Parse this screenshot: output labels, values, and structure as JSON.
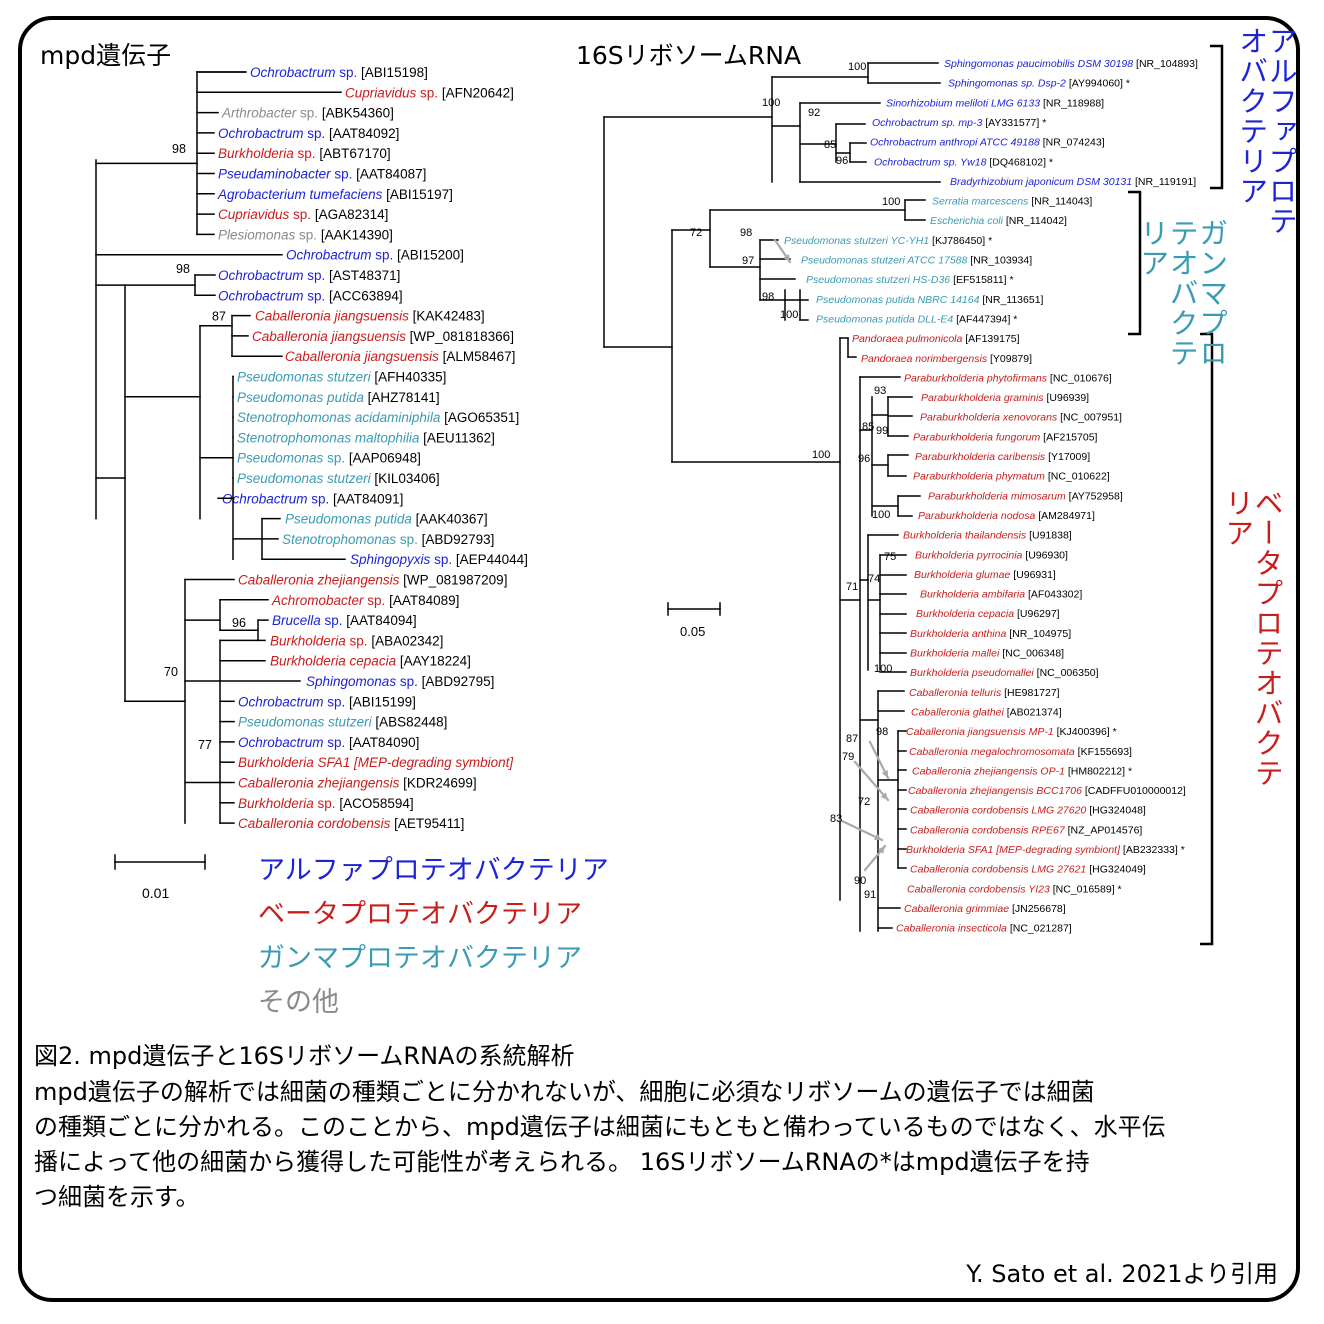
{
  "colors": {
    "alpha": "#1d23d6",
    "beta": "#c81e1e",
    "gamma": "#3a9bb4",
    "other": "#8a8a8a",
    "black": "#000000",
    "arrow": "#a9a9a9"
  },
  "titles": {
    "left": "mpd遺伝子",
    "right": "16SリボソームRNA"
  },
  "legend": [
    {
      "label": "アルファプロテオバクテリア",
      "group": "alpha"
    },
    {
      "label": "ベータプロテオバクテリア",
      "group": "beta"
    },
    {
      "label": "ガンマプロテオバクテリア",
      "group": "gamma"
    },
    {
      "label": "その他",
      "group": "other"
    }
  ],
  "scalebars": {
    "left": "0.01",
    "right": "0.05"
  },
  "group_labels": {
    "alpha": "アルファプロテオバクテリア",
    "gamma": "ガンマプロテオバクテリア",
    "beta": "ベータプロテオバクテリア"
  },
  "caption": {
    "heading": "図2. mpd遺伝子と16SリボソームRNAの系統解析",
    "lines": [
      "mpd遺伝子の解析では細菌の種類ごとに分かれないが、細胞に必須なリボソームの遺伝子では細菌",
      "の種類ごとに分かれる。このことから、mpd遺伝子は細菌にもともと備わっているものではなく、水平伝",
      "播によって他の細菌から獲得した可能性が考えられる。 16SリボソームRNAの*はmpd遺伝子を持",
      "つ細菌を示す。"
    ],
    "citation": "Y. Sato et al. 2021より引用"
  },
  "left_tree": {
    "leaves": [
      {
        "name": "Ochrobactrum",
        "suffix": " sp.",
        "acc": "[ABI15198]",
        "g": "alpha"
      },
      {
        "name": "Cupriavidus",
        "suffix": " sp.",
        "acc": "[AFN20642]",
        "g": "beta"
      },
      {
        "name": "Arthrobacter",
        "suffix": " sp.",
        "acc": "[ABK54360]",
        "g": "other"
      },
      {
        "name": "Ochrobactrum",
        "suffix": " sp.",
        "acc": "[AAT84092]",
        "g": "alpha"
      },
      {
        "name": "Burkholderia",
        "suffix": " sp.",
        "acc": "[ABT67170]",
        "g": "beta"
      },
      {
        "name": "Pseudaminobacter",
        "suffix": " sp.",
        "acc": "[AAT84087]",
        "g": "alpha"
      },
      {
        "name": "Agrobacterium tumefaciens",
        "suffix": "",
        "acc": "[ABI15197]",
        "g": "alpha"
      },
      {
        "name": "Cupriavidus",
        "suffix": " sp.",
        "acc": "[AGA82314]",
        "g": "beta"
      },
      {
        "name": "Plesiomonas",
        "suffix": " sp.",
        "acc": "[AAK14390]",
        "g": "other"
      },
      {
        "name": "Ochrobactrum",
        "suffix": " sp.",
        "acc": "[ABI15200]",
        "g": "alpha"
      },
      {
        "name": "Ochrobactrum",
        "suffix": " sp.",
        "acc": "[AST48371]",
        "g": "alpha"
      },
      {
        "name": "Ochrobactrum",
        "suffix": " sp.",
        "acc": "[ACC63894]",
        "g": "alpha"
      },
      {
        "name": "Caballeronia jiangsuensis",
        "suffix": "",
        "acc": "[KAK42483]",
        "g": "beta"
      },
      {
        "name": "Caballeronia jiangsuensis",
        "suffix": "",
        "acc": "[WP_081818366]",
        "g": "beta"
      },
      {
        "name": "Caballeronia jiangsuensis",
        "suffix": "",
        "acc": "[ALM58467]",
        "g": "beta"
      },
      {
        "name": "Pseudomonas stutzeri",
        "suffix": "",
        "acc": "[AFH40335]",
        "g": "gamma"
      },
      {
        "name": "Pseudomonas putida",
        "suffix": "",
        "acc": "[AHZ78141]",
        "g": "gamma"
      },
      {
        "name": "Stenotrophomonas acidaminiphila",
        "suffix": "",
        "acc": "[AGO65351]",
        "g": "gamma"
      },
      {
        "name": "Stenotrophomonas maltophilia",
        "suffix": "",
        "acc": "[AEU11362]",
        "g": "gamma"
      },
      {
        "name": "Pseudomonas",
        "suffix": " sp.",
        "acc": "[AAP06948]",
        "g": "gamma"
      },
      {
        "name": "Pseudomonas stutzeri",
        "suffix": "",
        "acc": "[KIL03406]",
        "g": "gamma"
      },
      {
        "name": "Ochrobactrum",
        "suffix": " sp.",
        "acc": "[AAT84091]",
        "g": "alpha"
      },
      {
        "name": "Pseudomonas putida",
        "suffix": "",
        "acc": "[AAK40367]",
        "g": "gamma"
      },
      {
        "name": "Stenotrophomonas",
        "suffix": " sp.",
        "acc": "[ABD92793]",
        "g": "gamma"
      },
      {
        "name": "Sphingopyxis",
        "suffix": " sp.",
        "acc": "[AEP44044]",
        "g": "alpha"
      },
      {
        "name": "Caballeronia zhejiangensis",
        "suffix": "",
        "acc": "[WP_081987209]",
        "g": "beta"
      },
      {
        "name": "Achromobacter",
        "suffix": " sp.",
        "acc": "[AAT84089]",
        "g": "beta"
      },
      {
        "name": "Brucella",
        "suffix": " sp.",
        "acc": "[AAT84094]",
        "g": "alpha"
      },
      {
        "name": "Burkholderia",
        "suffix": " sp.",
        "acc": "[ABA02342]",
        "g": "beta"
      },
      {
        "name": "Burkholderia cepacia",
        "suffix": "",
        "acc": "[AAY18224]",
        "g": "beta"
      },
      {
        "name": "Sphingomonas",
        "suffix": " sp.",
        "acc": "[ABD92795]",
        "g": "alpha"
      },
      {
        "name": "Ochrobactrum",
        "suffix": " sp.",
        "acc": "[ABI15199]",
        "g": "alpha"
      },
      {
        "name": "Pseudomonas stutzeri",
        "suffix": "",
        "acc": "[ABS82448]",
        "g": "gamma"
      },
      {
        "name": "Ochrobactrum",
        "suffix": " sp.",
        "acc": "[AAT84090]",
        "g": "alpha"
      },
      {
        "name": "Burkholderia SFA1 [MEP-degrading symbiont]",
        "suffix": "",
        "acc": "",
        "g": "beta"
      },
      {
        "name": "Caballeronia zhejiangensis",
        "suffix": "",
        "acc": "[KDR24699]",
        "g": "beta"
      },
      {
        "name": "Burkholderia",
        "suffix": " sp.",
        "acc": "[ACO58594]",
        "g": "beta"
      },
      {
        "name": "Caballeronia cordobensis",
        "suffix": "",
        "acc": "[AET95411]",
        "g": "beta"
      }
    ],
    "bootstrap": [
      "98",
      "98",
      "87",
      "70",
      "96",
      "77"
    ]
  },
  "right_tree": {
    "leaves": [
      {
        "name": "Sphingomonas paucimobilis DSM 30198",
        "acc": "[NR_104893]",
        "g": "alpha",
        "star": false
      },
      {
        "name": "Sphingomonas sp. Dsp-2",
        "acc": "[AY994060]",
        "g": "alpha",
        "star": true
      },
      {
        "name": "Sinorhizobium meliloti LMG 6133",
        "acc": "[NR_118988]",
        "g": "alpha",
        "star": false
      },
      {
        "name": "Ochrobactrum sp. mp-3",
        "acc": "[AY331577]",
        "g": "alpha",
        "star": true
      },
      {
        "name": "Ochrobactrum anthropi ATCC 49188",
        "acc": "[NR_074243]",
        "g": "alpha",
        "star": false
      },
      {
        "name": "Ochrobactrum sp. Yw18",
        "acc": "[DQ468102]",
        "g": "alpha",
        "star": true
      },
      {
        "name": "Bradyrhizobium japonicum DSM 30131",
        "acc": "[NR_119191]",
        "g": "alpha",
        "star": false
      },
      {
        "name": "Serratia marcescens",
        "acc": "[NR_114043]",
        "g": "gamma",
        "star": false
      },
      {
        "name": "Escherichia coli",
        "acc": "[NR_114042]",
        "g": "gamma",
        "star": false
      },
      {
        "name": "Pseudomonas stutzeri YC-YH1",
        "acc": "[KJ786450]",
        "g": "gamma",
        "star": true
      },
      {
        "name": "Pseudomonas stutzeri ATCC 17588",
        "acc": "[NR_103934]",
        "g": "gamma",
        "star": false
      },
      {
        "name": "Pseudomonas stutzeri HS-D36",
        "acc": "[EF515811]",
        "g": "gamma",
        "star": true
      },
      {
        "name": "Pseudomonas putida NBRC 14164",
        "acc": "[NR_113651]",
        "g": "gamma",
        "star": false
      },
      {
        "name": "Pseudomonas putida DLL-E4",
        "acc": "[AF447394]",
        "g": "gamma",
        "star": true
      },
      {
        "name": "Pandoraea pulmonicola",
        "acc": "[AF139175]",
        "g": "beta",
        "star": false
      },
      {
        "name": "Pandoraea norimbergensis",
        "acc": "[Y09879]",
        "g": "beta",
        "star": false
      },
      {
        "name": "Paraburkholderia phytofirmans",
        "acc": "[NC_010676]",
        "g": "beta",
        "star": false
      },
      {
        "name": "Paraburkholderia graminis",
        "acc": "[U96939]",
        "g": "beta",
        "star": false
      },
      {
        "name": "Paraburkholderia xenovorans",
        "acc": "[NC_007951]",
        "g": "beta",
        "star": false
      },
      {
        "name": "Paraburkholderia fungorum",
        "acc": "[AF215705]",
        "g": "beta",
        "star": false
      },
      {
        "name": "Paraburkholderia caribensis",
        "acc": "[Y17009]",
        "g": "beta",
        "star": false
      },
      {
        "name": "Paraburkholderia phymatum",
        "acc": "[NC_010622]",
        "g": "beta",
        "star": false
      },
      {
        "name": "Paraburkholderia mimosarum",
        "acc": "[AY752958]",
        "g": "beta",
        "star": false
      },
      {
        "name": "Paraburkholderia nodosa",
        "acc": "[AM284971]",
        "g": "beta",
        "star": false
      },
      {
        "name": "Burkholderia thailandensis",
        "acc": "[U91838]",
        "g": "beta",
        "star": false
      },
      {
        "name": "Burkholderia pyrrocinia",
        "acc": "[U96930]",
        "g": "beta",
        "star": false
      },
      {
        "name": "Burkholderia glumae",
        "acc": "[U96931]",
        "g": "beta",
        "star": false
      },
      {
        "name": "Burkholderia ambifaria",
        "acc": "[AF043302]",
        "g": "beta",
        "star": false
      },
      {
        "name": "Burkholderia cepacia",
        "acc": "[U96297]",
        "g": "beta",
        "star": false
      },
      {
        "name": "Burkholderia anthina",
        "acc": "[NR_104975]",
        "g": "beta",
        "star": false
      },
      {
        "name": "Burkholderia mallei",
        "acc": "[NC_006348]",
        "g": "beta",
        "star": false
      },
      {
        "name": "Burkholderia pseudomallei",
        "acc": "[NC_006350]",
        "g": "beta",
        "star": false
      },
      {
        "name": "Caballeronia telluris",
        "acc": "[HE981727]",
        "g": "beta",
        "star": false
      },
      {
        "name": "Caballeronia glathei",
        "acc": "[AB021374]",
        "g": "beta",
        "star": false
      },
      {
        "name": "Caballeronia jiangsuensis MP-1",
        "acc": "[KJ400396]",
        "g": "beta",
        "star": true
      },
      {
        "name": "Caballeronia megalochromosomata",
        "acc": "[KF155693]",
        "g": "beta",
        "star": false
      },
      {
        "name": "Caballeronia zhejiangensis OP-1",
        "acc": "[HM802212]",
        "g": "beta",
        "star": true
      },
      {
        "name": "Caballeronia zhejiangensis BCC1706",
        "acc": "[CADFFU010000012]",
        "g": "beta",
        "star": false
      },
      {
        "name": "Caballeronia cordobensis LMG 27620",
        "acc": "[HG324048]",
        "g": "beta",
        "star": false
      },
      {
        "name": "Caballeronia cordobensis RPE67",
        "acc": "[NZ_AP014576]",
        "g": "beta",
        "star": false
      },
      {
        "name": "Burkholderia SFA1 [MEP-degrading symbiont]",
        "acc": "[AB232333]",
        "g": "beta",
        "star": true
      },
      {
        "name": "Caballeronia cordobensis LMG 27621",
        "acc": "[HG324049]",
        "g": "beta",
        "star": false
      },
      {
        "name": "Caballeronia cordobensis YI23",
        "acc": "[NC_016589]",
        "g": "beta",
        "star": true
      },
      {
        "name": "Caballeronia grimmiae",
        "acc": "[JN256678]",
        "g": "beta",
        "star": false
      },
      {
        "name": "Caballeronia insecticola",
        "acc": "[NC_021287]",
        "g": "beta",
        "star": false
      }
    ],
    "bootstrap": [
      "100",
      "100",
      "92",
      "85",
      "96",
      "72",
      "100",
      "100",
      "98",
      "97",
      "98",
      "100",
      "93",
      "85",
      "99",
      "96",
      "100",
      "75",
      "74",
      "71",
      "100",
      "98",
      "87",
      "79",
      "72",
      "83",
      "90",
      "91"
    ]
  }
}
